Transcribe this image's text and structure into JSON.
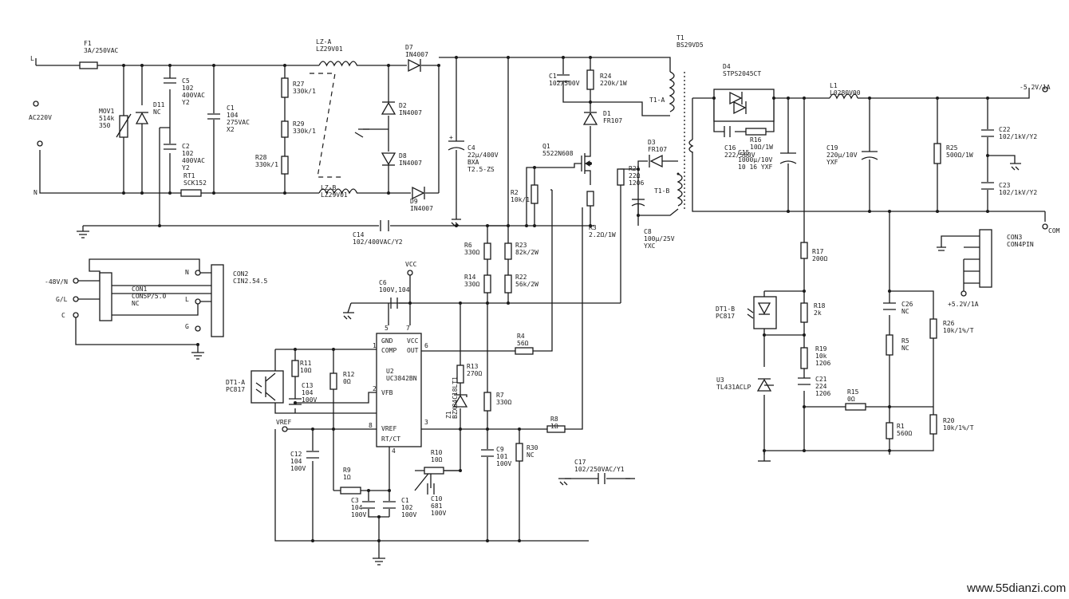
{
  "watermark": "www.55dianzi.com",
  "terminals": {
    "L": "L",
    "N": "N",
    "ac": "AC220V",
    "out": "-5.2V/1A",
    "com": "COM",
    "out2": "+5.2V/1A",
    "vcc": "VCC",
    "vref": "VREF"
  },
  "parts": {
    "F1": [
      "F1",
      "3A/250VAC"
    ],
    "MOV1": [
      "MOV1",
      "514k",
      "350"
    ],
    "D11": [
      "D11",
      "NC"
    ],
    "C5": [
      "C5",
      "102",
      "400VAC",
      "Y2"
    ],
    "C2": [
      "C2",
      "102",
      "400VAC",
      "Y2"
    ],
    "RT1": [
      "RT1",
      "SCK152"
    ],
    "C1x": [
      "C1",
      "104",
      "275VAC",
      "X2"
    ],
    "LZA": [
      "LZ-A",
      "LZ29V01"
    ],
    "LZB": [
      "LZ-B",
      "LZ29V01"
    ],
    "R27": [
      "R27",
      "330k/1"
    ],
    "R29": [
      "R29",
      "330k/1"
    ],
    "R28": [
      "R28",
      "330k/1"
    ],
    "D7": [
      "D7",
      "IN4007"
    ],
    "D2": [
      "D2",
      "IN4007"
    ],
    "D8": [
      "D8",
      "IN4007"
    ],
    "D9": [
      "D9",
      "IN4007"
    ],
    "C14": [
      "C14",
      "102/400VAC/Y2"
    ],
    "C4": [
      "C4",
      "22μ/400V",
      "BXA",
      "T2.5-ZS"
    ],
    "C1s": [
      "C1",
      "102/500V"
    ],
    "R24": [
      "R24",
      "220k/1W"
    ],
    "D1": [
      "D1",
      "FR107"
    ],
    "Q1": [
      "Q1",
      "5522N608"
    ],
    "R2": [
      "R2",
      "10k/1"
    ],
    "R3": [
      "R3",
      "2.2Ω/1W"
    ],
    "D3": [
      "D3",
      "FR107"
    ],
    "R21": [
      "R21",
      "22Ω",
      "1206"
    ],
    "C8": [
      "C8",
      "100μ/25V",
      "YXC"
    ],
    "T1": [
      "T1",
      "BS29VD5"
    ],
    "T1A": "T1-A",
    "T1B": "T1-B",
    "R6": [
      "R6",
      "330Ω"
    ],
    "R14": [
      "R14",
      "330Ω"
    ],
    "R23": [
      "R23",
      "82k/2W"
    ],
    "R22": [
      "R22",
      "56k/2W"
    ],
    "C6": [
      "C6",
      "100V,104"
    ],
    "U2": [
      "U2",
      "UC3842BN"
    ],
    "R4": [
      "R4",
      "56Ω"
    ],
    "R11": [
      "R11",
      "10Ω"
    ],
    "C13": [
      "C13",
      "104",
      "100V"
    ],
    "R12": [
      "R12",
      "0Ω"
    ],
    "DT1A": [
      "DT1-A",
      "PC817"
    ],
    "R13": [
      "R13",
      "270Ω"
    ],
    "Z1": [
      "Z1",
      "BZX84C18LT1"
    ],
    "R7": [
      "R7",
      "330Ω"
    ],
    "R8": [
      "R8",
      "1Ω"
    ],
    "C12": [
      "C12",
      "104",
      "100V"
    ],
    "R9": [
      "R9",
      "1Ω"
    ],
    "C3": [
      "C3",
      "104",
      "100V"
    ],
    "C1b": [
      "C1",
      "102",
      "100V"
    ],
    "R10": [
      "R10",
      "10Ω"
    ],
    "C10": [
      "C10",
      "681",
      "100V"
    ],
    "C9": [
      "C9",
      "101",
      "100V"
    ],
    "R30": [
      "R30",
      "NC"
    ],
    "C17": [
      "C17",
      "102/250VAC/Y1"
    ],
    "D4": [
      "D4",
      "STPS2045CT"
    ],
    "C16": [
      "C16",
      "222/500V"
    ],
    "R16": [
      "R16",
      "10Ω/1W"
    ],
    "C15": [
      "C15",
      "1000μ/10V",
      "10 16 YXF"
    ],
    "L1": [
      "L1",
      "L0280V00"
    ],
    "C19": [
      "C19",
      "220μ/10V",
      "YXF"
    ],
    "R25": [
      "R25",
      "500Ω/1W"
    ],
    "C22": [
      "C22",
      "102/1kV/Y2"
    ],
    "C23": [
      "C23",
      "102/1kV/Y2"
    ],
    "CON3": [
      "CON3",
      "CON4PIN"
    ],
    "R17": [
      "R17",
      "200Ω"
    ],
    "DT1B": [
      "DT1-B",
      "PC817"
    ],
    "R18": [
      "R18",
      "2k"
    ],
    "R19": [
      "R19",
      "10k",
      "1206"
    ],
    "C21": [
      "C21",
      "224",
      "1206"
    ],
    "U3": [
      "U3",
      "TL431ACLP"
    ],
    "R15": [
      "R15",
      "0Ω"
    ],
    "C26": [
      "C26",
      "NC"
    ],
    "R5": [
      "R5",
      "NC"
    ],
    "R26": [
      "R26",
      "10k/1%/T"
    ],
    "R1": [
      "R1",
      "560Ω"
    ],
    "R20": [
      "R20",
      "10k/1%/T"
    ],
    "CON1": [
      "CON1",
      "CON5P/5.0",
      "NC"
    ],
    "CON2": [
      "CON2",
      "CIN2.54.5"
    ],
    "con1pins": [
      "-48V/N",
      "G/L",
      "C"
    ],
    "con2pins": [
      "N",
      "L",
      "G"
    ]
  },
  "u2pins": {
    "gnd": "GND",
    "vcc": "VCC",
    "comp": "COMP",
    "out": "OUT",
    "vfb": "VFB",
    "vref": "VREF",
    "rtct": "RT/CT"
  },
  "pinnums": [
    "1",
    "2",
    "3",
    "4",
    "5",
    "6",
    "7",
    "8"
  ]
}
